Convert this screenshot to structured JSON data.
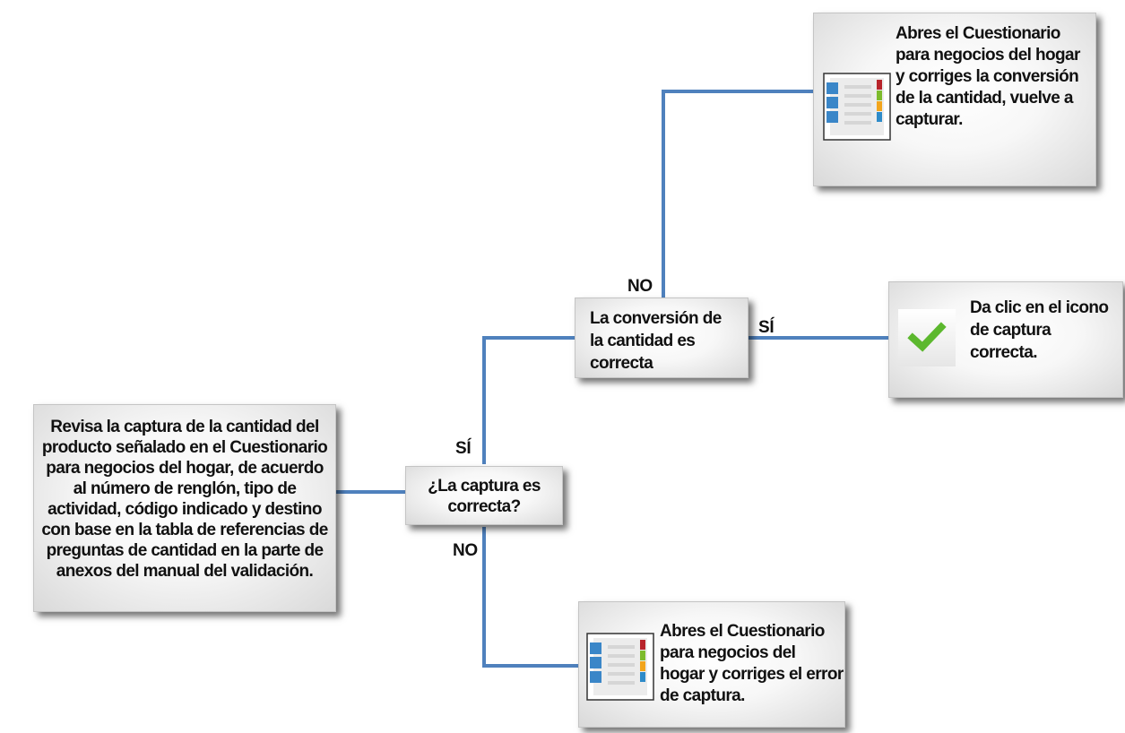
{
  "nodes": {
    "start": "Revisa la captura de la cantidad del producto señalado en el Cuestionario para negocios del hogar, de acuerdo al número de renglón, tipo de actividad,  código indicado y destino con base en la tabla de referencias de preguntas de cantidad en la parte de anexos del manual del validación.",
    "decision_capture": "¿La captura es correcta?",
    "decision_conversion": "La conversión de la cantidad es correcta",
    "action_fix_conversion": "Abres el Cuestionario para negocios del hogar y corriges la conversión de la cantidad, vuelve a capturar.",
    "action_correct": "Da clic en el icono de captura correcta.",
    "action_fix_capture": "Abres el Cuestionario para negocios del hogar y corriges el error de captura."
  },
  "edge_labels": {
    "capture_yes": "SÍ",
    "capture_no": "NO",
    "conversion_yes": "SÍ",
    "conversion_no": "NO"
  },
  "colors": {
    "connector": "#4f81bd",
    "check": "#5cb82e"
  },
  "icons": {
    "questionnaire": "questionnaire-icon",
    "check": "checkmark-icon"
  }
}
